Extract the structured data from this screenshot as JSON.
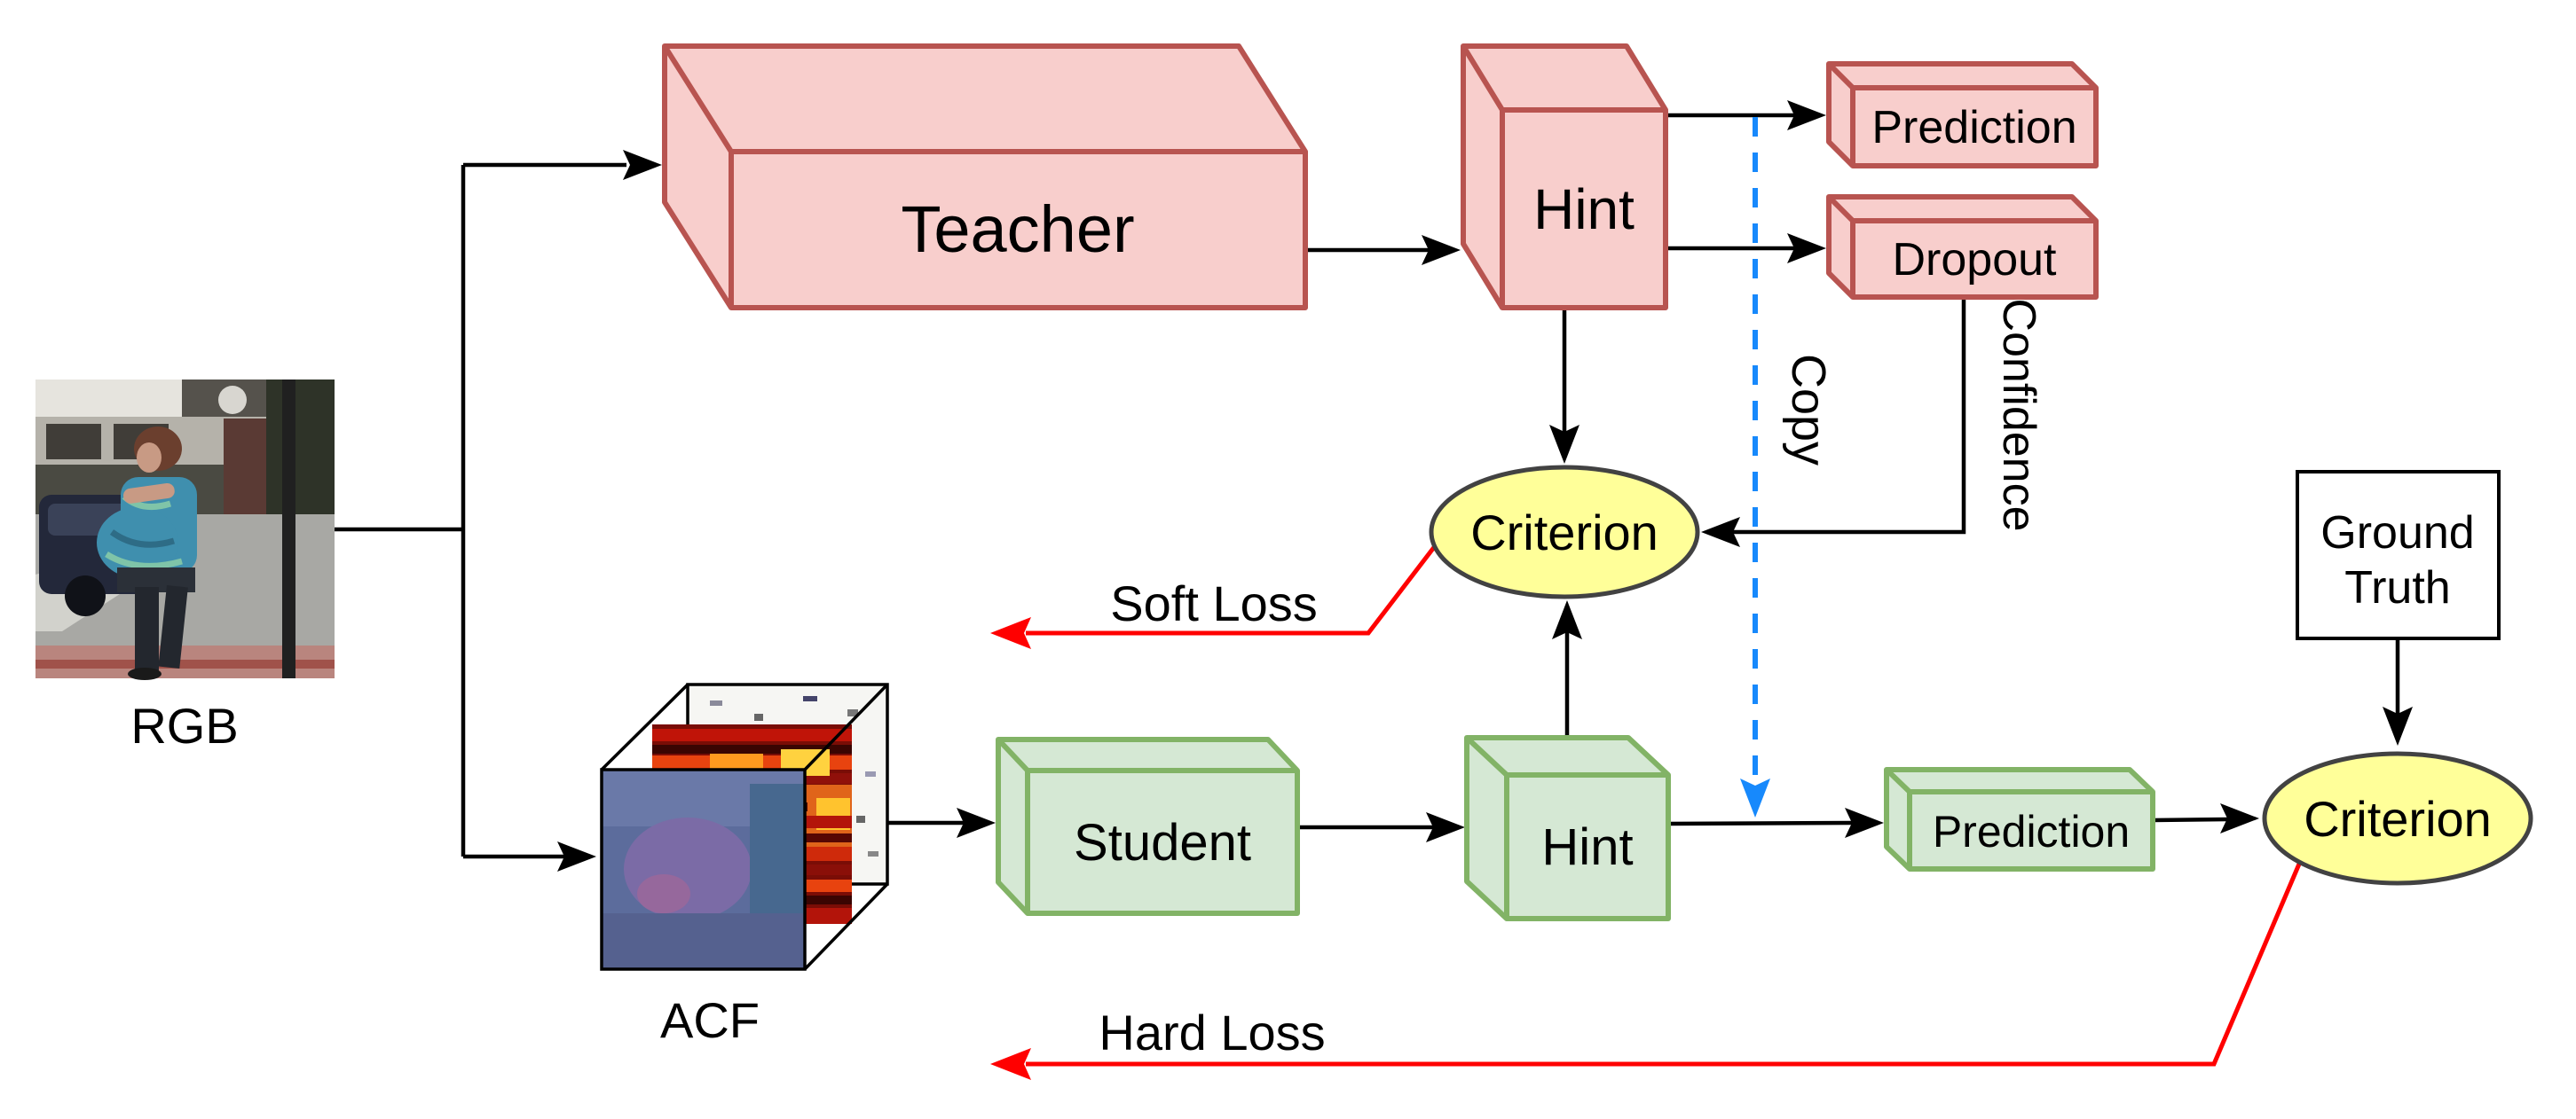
{
  "labels": {
    "teacher": "Teacher",
    "hint_teacher": "Hint",
    "prediction_teacher": "Prediction",
    "dropout": "Dropout",
    "criterion_soft": "Criterion",
    "criterion_hard": "Criterion",
    "student": "Student",
    "hint_student": "Hint",
    "prediction_student": "Prediction",
    "ground_truth_line1": "Ground",
    "ground_truth_line2": "Truth",
    "rgb": "RGB",
    "acf": "ACF",
    "soft_loss": "Soft Loss",
    "hard_loss": "Hard Loss",
    "copy": "Copy",
    "confidence": "Confidence"
  },
  "colors": {
    "teacher_fill": "#f8cecc",
    "teacher_stroke": "#b85450",
    "student_fill": "#d5e8d4",
    "student_stroke": "#82b366",
    "criterion_fill": "#ffff99",
    "criterion_stroke": "#424242",
    "loss": "#ff0000",
    "copy": "#1789fc",
    "line": "#000000",
    "ground_truth_fill": "#ffffff"
  }
}
